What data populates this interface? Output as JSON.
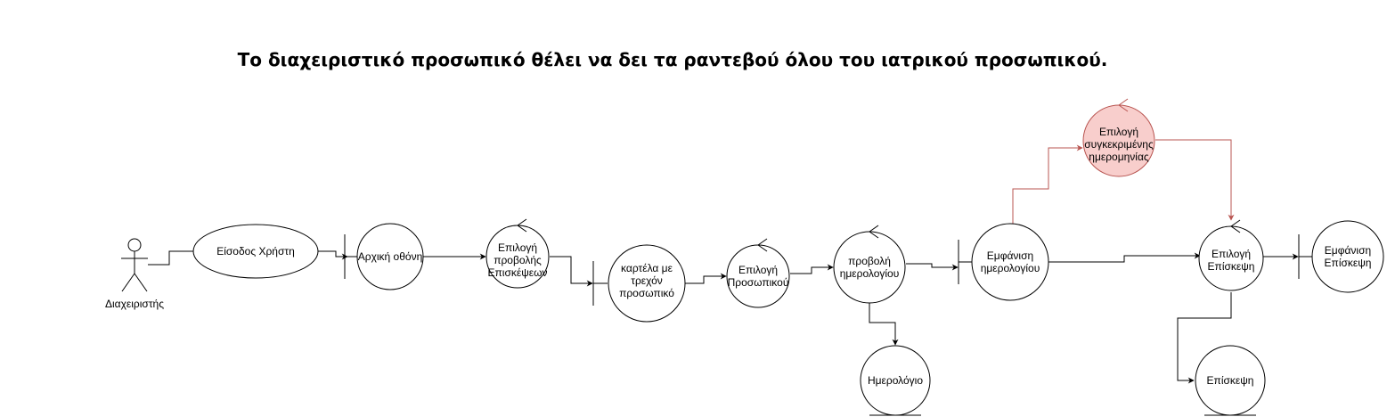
{
  "title": "Το διαχειριστικό προσωπικό θέλει να δει τα ραντεβού όλου του ιατρικού προσωπικού.",
  "actor": {
    "label": "Διαχειριστής"
  },
  "nodes": {
    "login": {
      "kind": "usecase",
      "lines": [
        "Είσοδος Χρήστη"
      ]
    },
    "home": {
      "kind": "boundary",
      "lines": [
        "Αρχική οθόνη"
      ]
    },
    "select_visits": {
      "kind": "control",
      "lines": [
        "Επιλογή",
        "προβολής",
        "Επισκέψεων"
      ]
    },
    "staff_tab": {
      "kind": "boundary",
      "lines": [
        "καρτέλα με",
        "τρεχόν",
        "προσωπικό"
      ]
    },
    "select_staff": {
      "kind": "control",
      "lines": [
        "Επιλογή",
        "Προσωπικού"
      ]
    },
    "view_calendar": {
      "kind": "control",
      "lines": [
        "προβολή",
        "ημερολογίου"
      ]
    },
    "calendar": {
      "kind": "entity",
      "lines": [
        "Ημερολόγιο"
      ]
    },
    "show_calendar": {
      "kind": "boundary",
      "lines": [
        "Εμφάνιση",
        "ημερολογίου"
      ]
    },
    "select_date": {
      "kind": "control",
      "lines": [
        "Επιλογή",
        "συγκεκριμένης",
        "ημερομηνίας"
      ]
    },
    "select_visit": {
      "kind": "control",
      "lines": [
        "Επιλογή",
        "Επίσκεψη"
      ]
    },
    "show_visit": {
      "kind": "boundary",
      "lines": [
        "Εμφάνιση",
        "Επίσκεψη"
      ]
    },
    "visit": {
      "kind": "entity",
      "lines": [
        "Επίσκεψη"
      ]
    }
  },
  "colors": {
    "line": "#000000",
    "highlight_fill": "#f8cecc",
    "highlight_stroke": "#b85450"
  }
}
